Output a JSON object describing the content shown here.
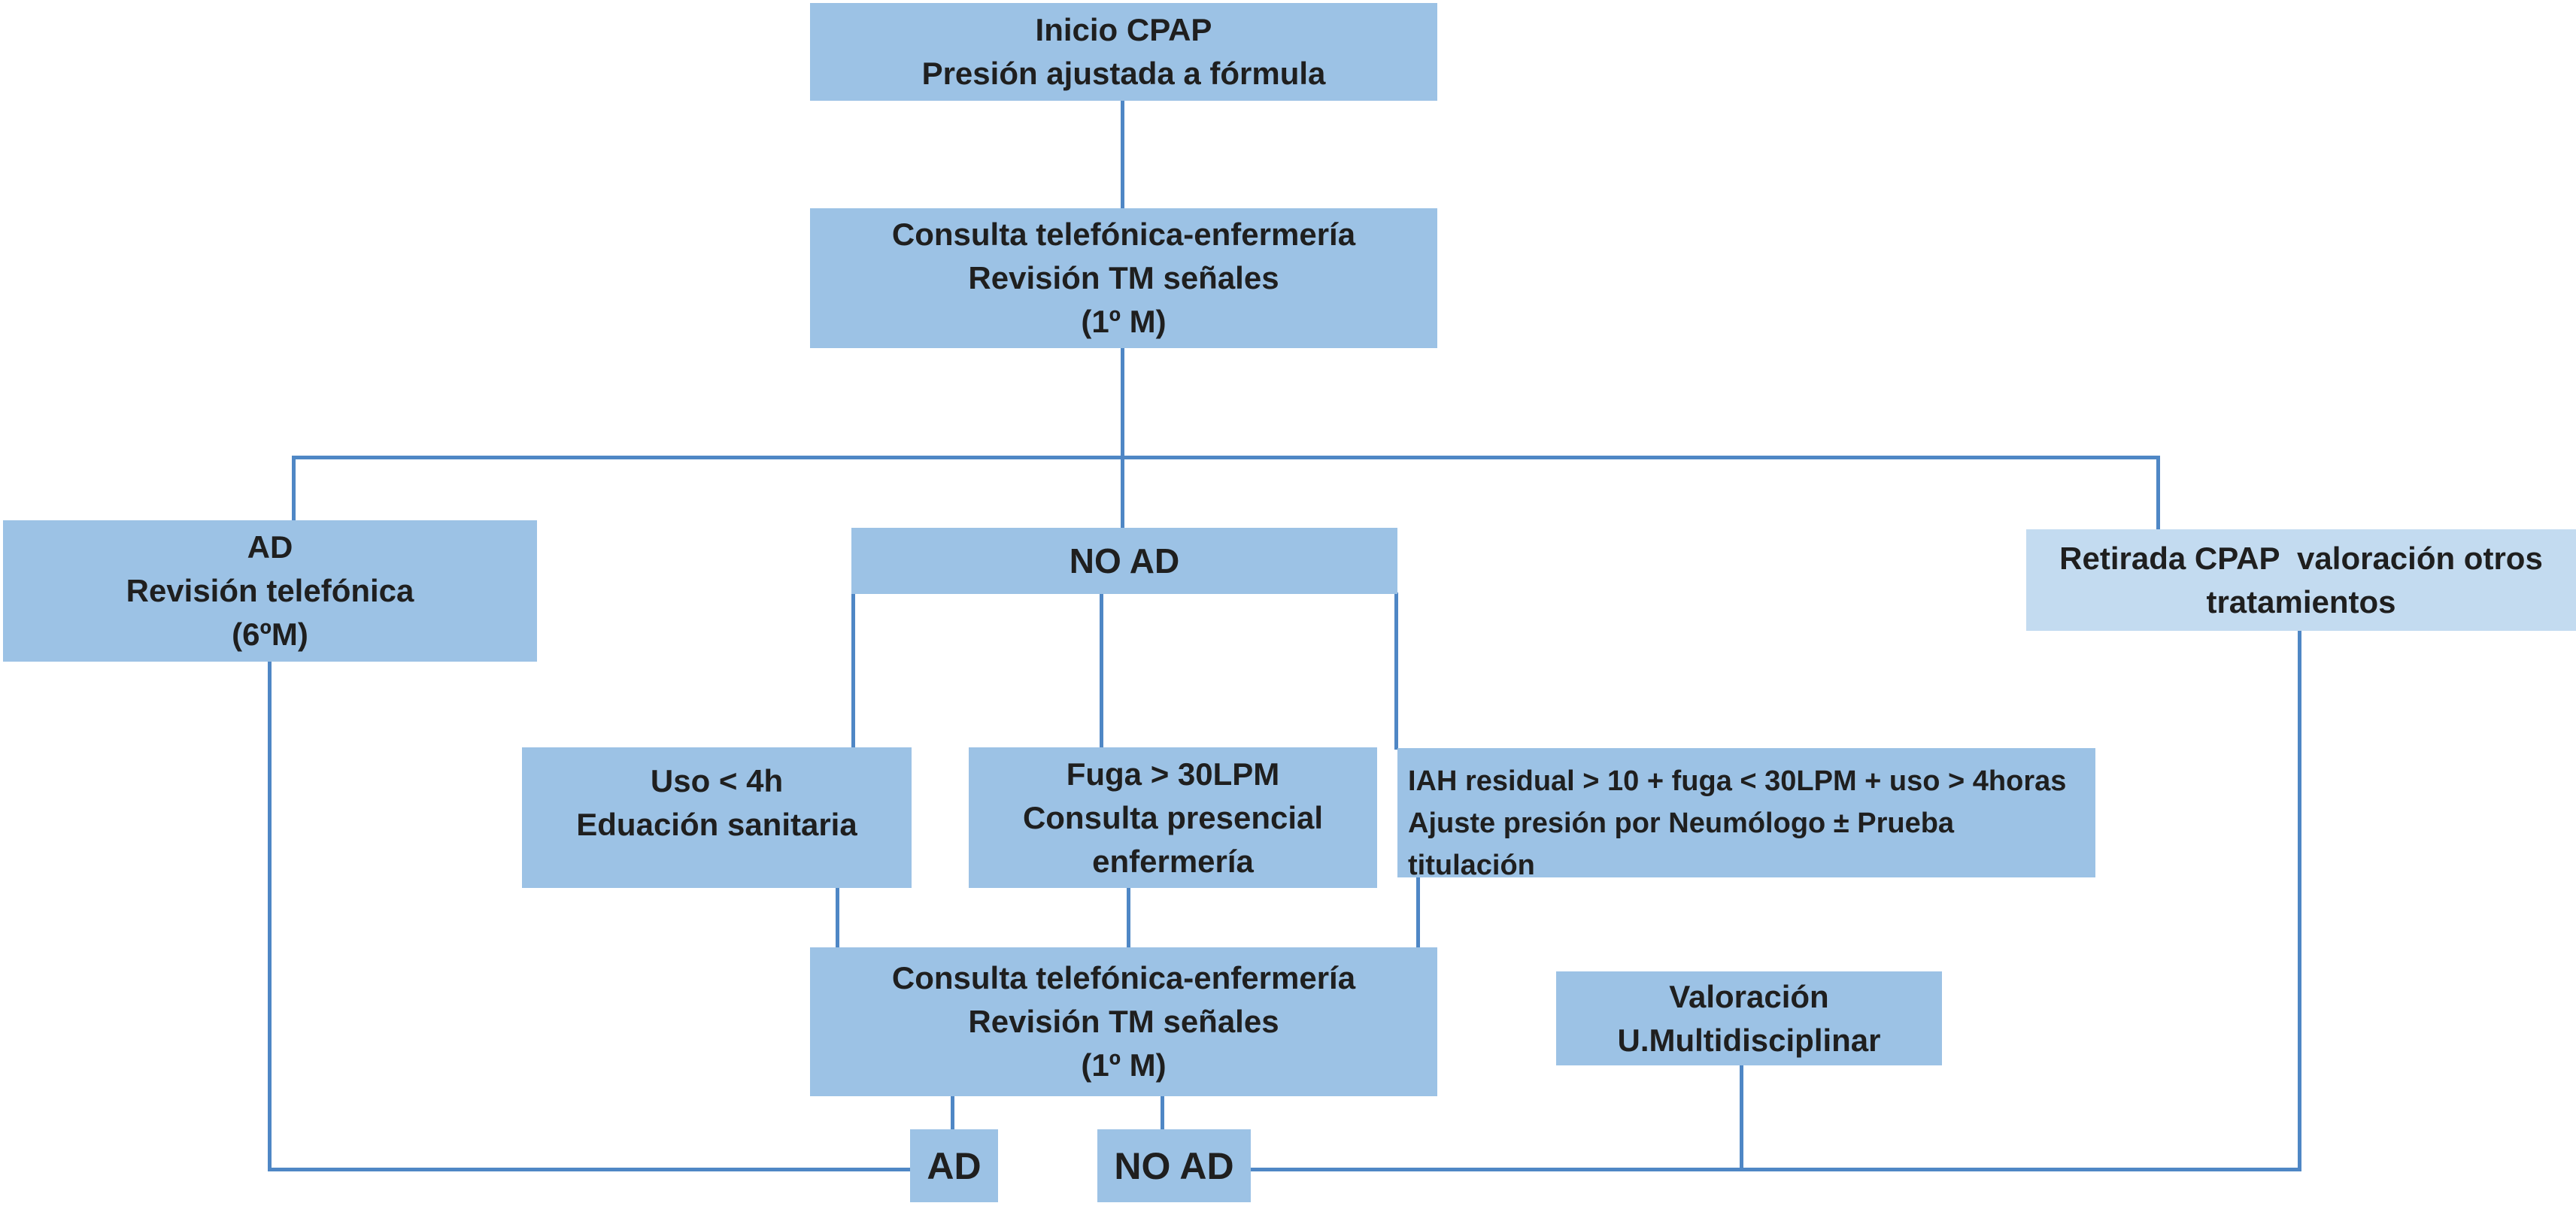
{
  "palette": {
    "bg": "#ffffff",
    "box_fill": "#9CC2E5",
    "box_fill_light": "#C3DBF0",
    "connector": "#4F87C5",
    "text_color": "#1f1f1f"
  },
  "diagram": {
    "type": "flowchart",
    "language": "es",
    "topic": "Protocolo de seguimiento de inicio de CPAP"
  },
  "nodes": {
    "inicio": {
      "lines": [
        "Inicio CPAP",
        "Presión ajustada a fórmula"
      ]
    },
    "consulta1": {
      "lines": [
        "Consulta telefónica-enfermería",
        "Revisión TM señales",
        "(1º M)"
      ]
    },
    "ad6m": {
      "lines": [
        "AD",
        "Revisión telefónica",
        "(6ºM)"
      ]
    },
    "noad": {
      "lines": [
        "NO AD"
      ]
    },
    "retirada": {
      "lines": [
        "Retirada CPAP  valoración otros",
        "tratamientos"
      ]
    },
    "uso": {
      "lines": [
        "Uso < 4h",
        "Eduación sanitaria"
      ]
    },
    "fuga": {
      "lines": [
        "Fuga > 30LPM",
        "Consulta presencial",
        "enfermería"
      ]
    },
    "iah": {
      "lines": [
        "IAH residual > 10 + fuga < 30LPM + uso > 4horas",
        "Ajuste presión por Neumólogo ± Prueba titulación"
      ]
    },
    "consulta2": {
      "lines": [
        "Consulta telefónica-enfermería",
        "Revisión TM señales",
        "(1º M)"
      ]
    },
    "valoracion": {
      "lines": [
        "Valoración",
        "U.Multidisciplinar"
      ]
    },
    "ad_final": {
      "lines": [
        "AD"
      ]
    },
    "noad_final": {
      "lines": [
        "NO AD"
      ]
    }
  }
}
